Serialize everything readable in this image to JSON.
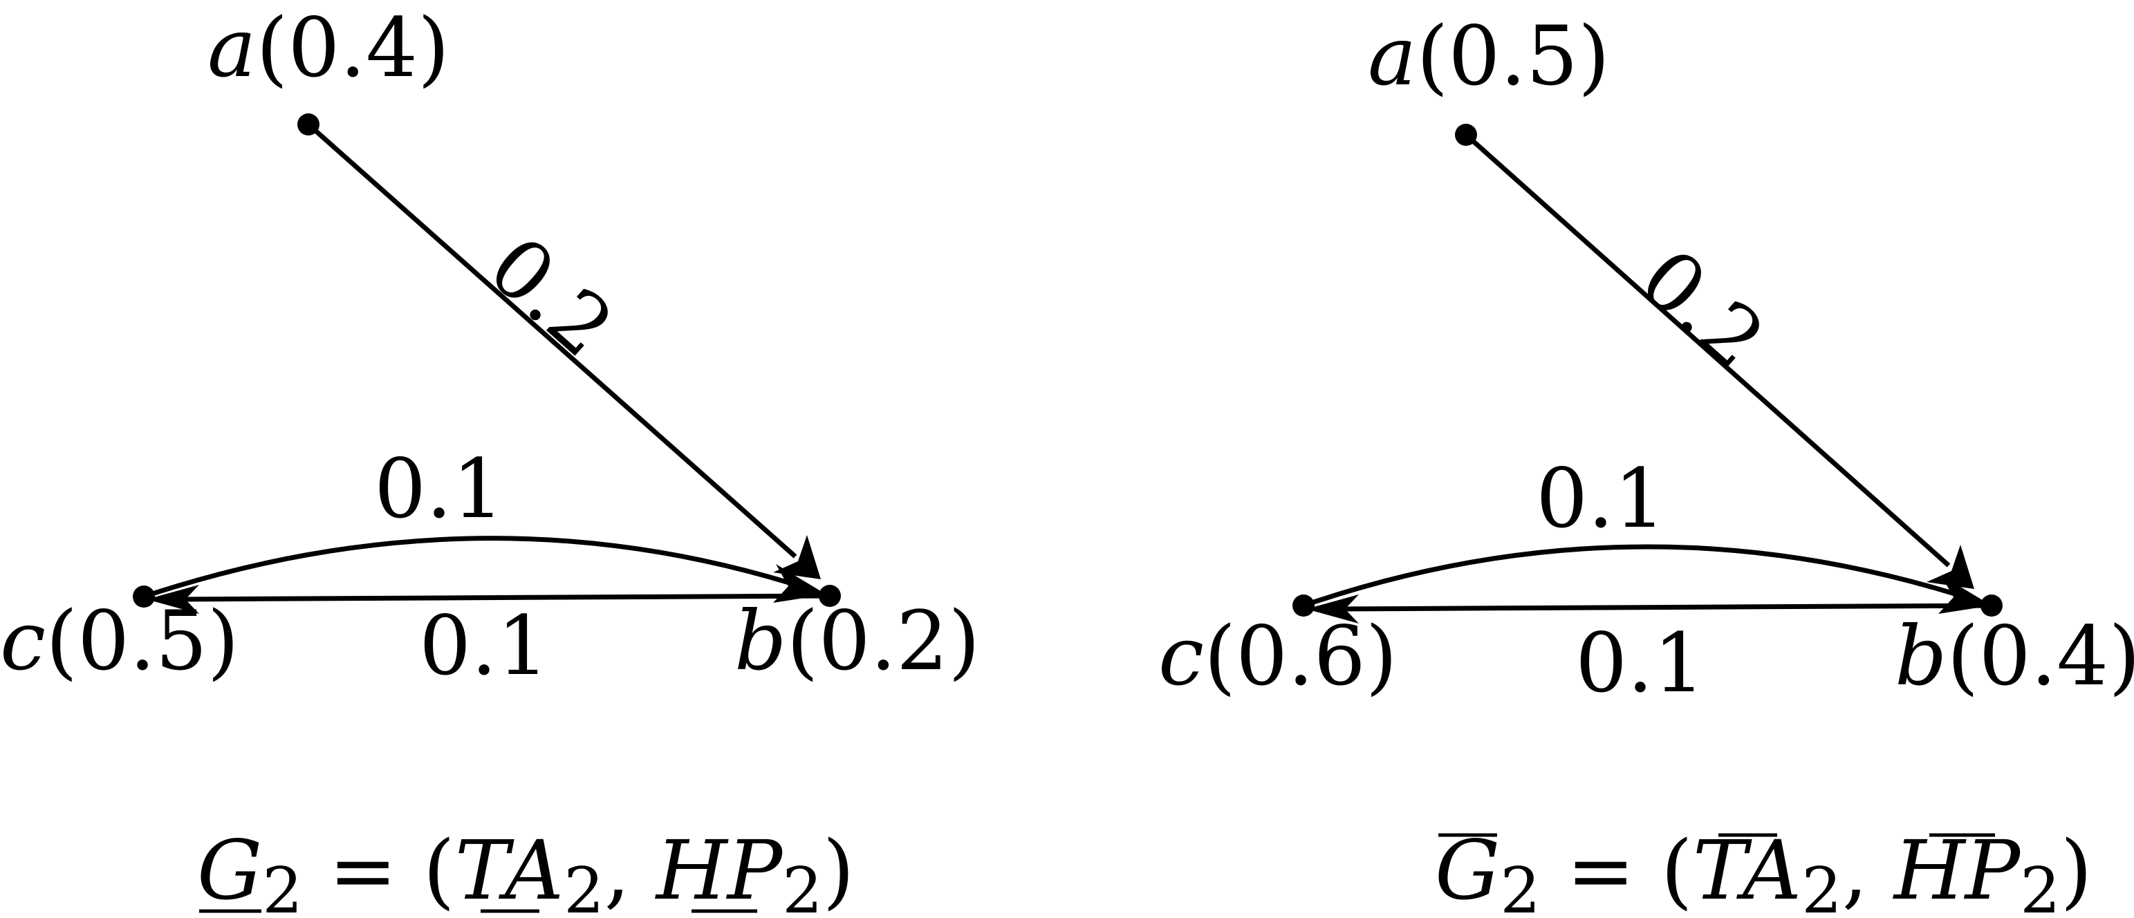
{
  "graphs": [
    {
      "nodes": {
        "a": {
          "var": "a",
          "val": "(0.4)"
        },
        "b": {
          "var": "b",
          "val": "(0.2)"
        },
        "c": {
          "var": "c",
          "val": "(0.5)"
        }
      },
      "edges": {
        "ab": "0.2",
        "cb_arc": "0.1",
        "bc": "0.1"
      },
      "caption": {
        "lhs": "G",
        "lhs_sub": "2",
        "eq": " = (",
        "t": "T",
        "a": "A",
        "a_sub": "2",
        "comma": ", ",
        "h": "H",
        "p": "P",
        "p_sub": "2",
        "close": ")",
        "mark": "underline"
      }
    },
    {
      "nodes": {
        "a": {
          "var": "a",
          "val": "(0.5)"
        },
        "b": {
          "var": "b",
          "val": "(0.4)"
        },
        "c": {
          "var": "c",
          "val": "(0.6)"
        }
      },
      "edges": {
        "ab": "0.2",
        "cb_arc": "0.1",
        "bc": "0.1"
      },
      "caption": {
        "lhs": "G",
        "lhs_sub": "2",
        "eq": " = (",
        "t": "T",
        "a": "A",
        "a_sub": "2",
        "comma": ", ",
        "h": "H",
        "p": "P",
        "p_sub": "2",
        "close": ")",
        "mark": "overline"
      }
    }
  ]
}
